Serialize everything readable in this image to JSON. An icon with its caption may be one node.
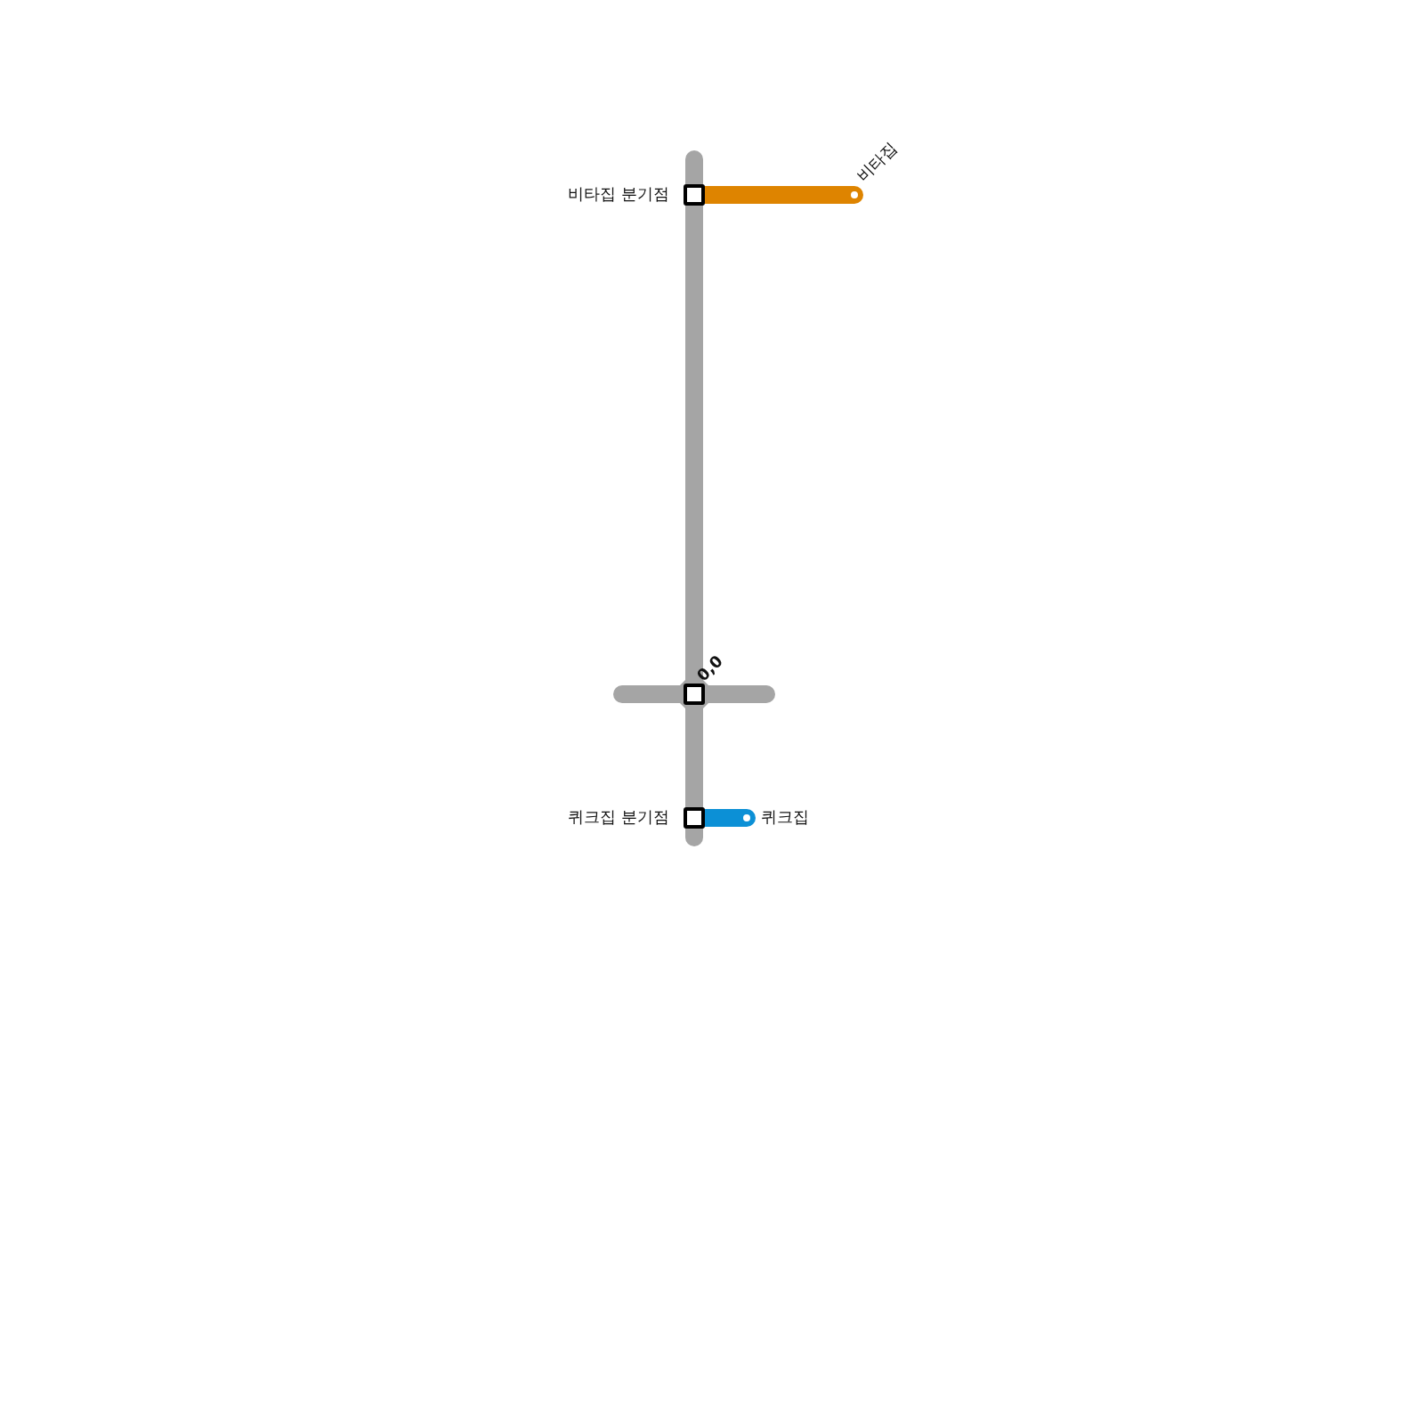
{
  "diagram": {
    "nodes": [
      {
        "text": [
          "비타집 분기점"
        ]
      },
      {
        "text": [
          "비타집"
        ]
      },
      {
        "text": [
          "0,0"
        ]
      },
      {
        "text": [
          "퀴크집 분기점"
        ]
      },
      {
        "text": [
          "퀴크집"
        ]
      }
    ],
    "edges": [
      {
        "from": null,
        "to": 0,
        "arrow": "none"
      },
      {
        "from": 0,
        "to": 2,
        "arrow": "none"
      },
      {
        "from": 2,
        "to": 3,
        "arrow": "none"
      },
      {
        "from": 3,
        "to": null,
        "arrow": "none"
      },
      {
        "from": null,
        "to": 2,
        "arrow": "none"
      },
      {
        "from": 2,
        "to": null,
        "arrow": "none"
      },
      {
        "from": 0,
        "to": 1,
        "arrow": "none",
        "color": "#de8400"
      },
      {
        "from": 3,
        "to": 4,
        "arrow": "none",
        "color": "#0c90d6"
      }
    ]
  }
}
